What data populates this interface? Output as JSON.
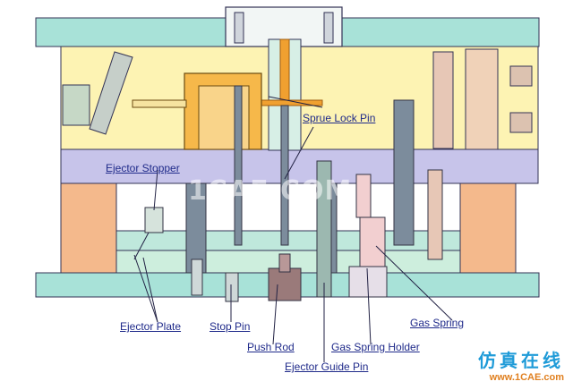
{
  "labels": {
    "sprue_lock_pin": "Sprue Lock Pin",
    "ejector_stopper": "Ejector Stopper",
    "ejector_plate": "Ejector Plate",
    "stop_pin": "Stop Pin",
    "push_rod": "Push Rod",
    "gas_spring_holder": "Gas Spring Holder",
    "gas_spring": "Gas Spring",
    "ejector_guide_pin": "Ejector Guide Pin"
  },
  "watermark": "1CAE.COM",
  "brand": {
    "name_cn": "仿真在线",
    "url": "www.1CAE.com"
  },
  "colors": {
    "clamp_plate": "#a8e2d8",
    "a_plate": "#fdf3b3",
    "b_plate": "#c7c4ea",
    "spacer_block": "#f4b98c",
    "ejector_plate": "#cdeedd",
    "ejector_retainer": "#bfe8dc",
    "sprue": "#f0a030",
    "hot_block": "#f6b84a",
    "pin_gray": "#7c8c9c",
    "gas_spring": "#f2cfd0",
    "label_text": "#1f2a8a",
    "leader_line": "#222244"
  }
}
